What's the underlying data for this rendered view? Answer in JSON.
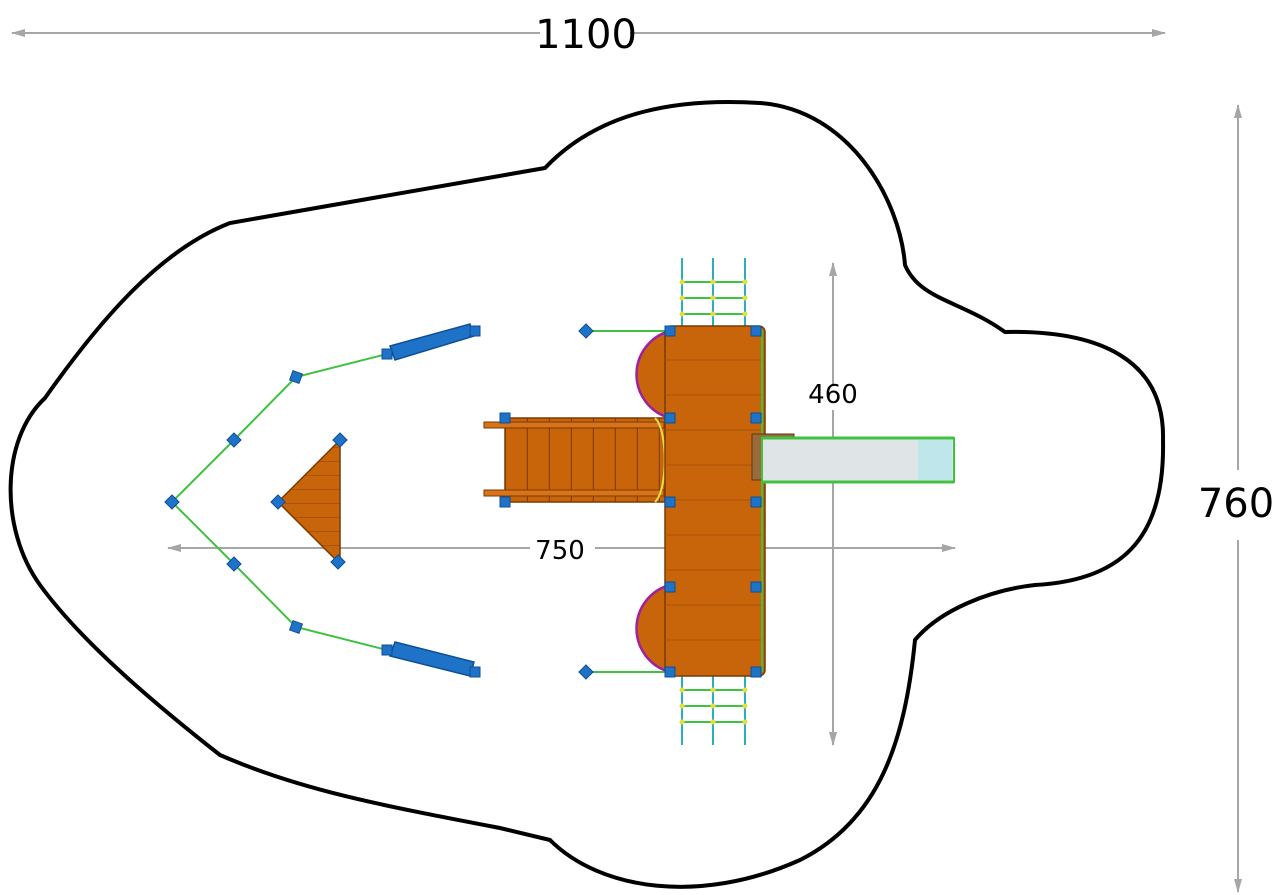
{
  "dimensions": {
    "overall_width": "1100",
    "overall_depth": "760",
    "equipment_length": "750",
    "equipment_width": "460"
  },
  "colors": {
    "outline": "#000000",
    "dimension_line": "#a6a6a6",
    "deck_wood": "#c8650a",
    "deck_wood_dark": "#9a4a05",
    "post_blue": "#1e73c8",
    "rail_green": "#3fc23f",
    "rope_cyan": "#2aaec0",
    "roof_purple": "#a020a0",
    "slide_gray": "#dfe4e6",
    "slide_cyan": "#bfe6ea",
    "bridge_trim": "#e0e040"
  }
}
